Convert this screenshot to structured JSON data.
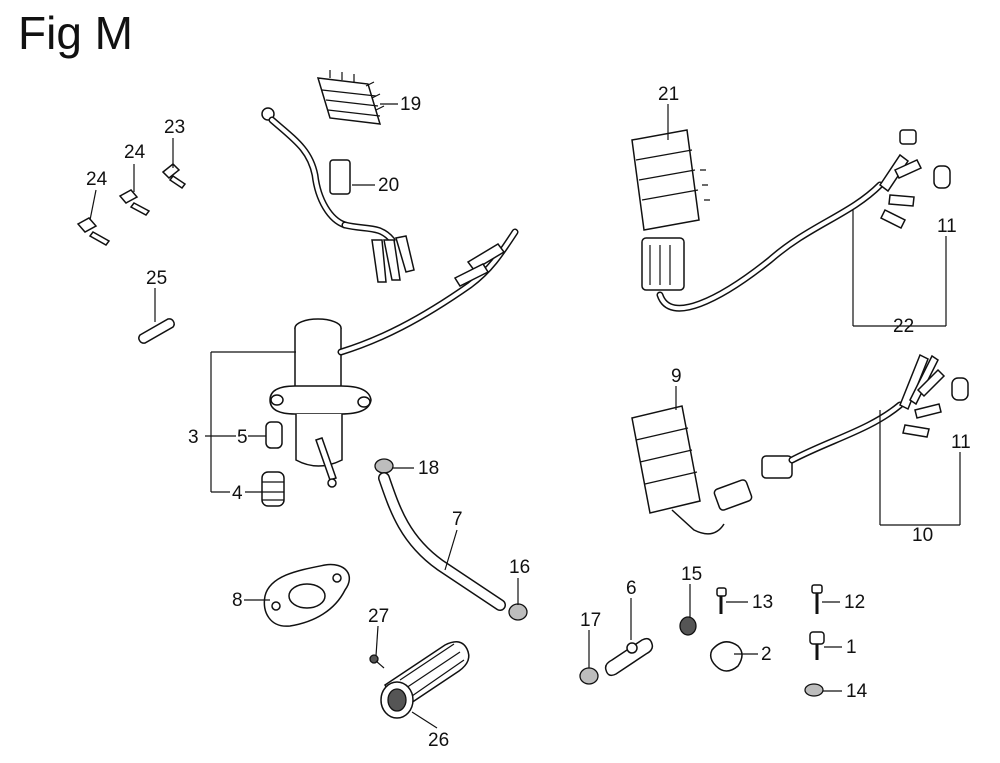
{
  "figure": {
    "title": "Fig M"
  },
  "callouts": {
    "c1": "1",
    "c2": "2",
    "c3": "3",
    "c4": "4",
    "c5": "5",
    "c6": "6",
    "c7": "7",
    "c8": "8",
    "c9": "9",
    "c10": "10",
    "c11a": "11",
    "c11b": "11",
    "c12": "12",
    "c13": "13",
    "c14": "14",
    "c15": "15",
    "c16": "16",
    "c17": "17",
    "c18": "18",
    "c19": "19",
    "c20": "20",
    "c21": "21",
    "c22": "22",
    "c23": "23",
    "c24a": "24",
    "c24b": "24",
    "c25": "25",
    "c26": "26",
    "c27": "27"
  }
}
